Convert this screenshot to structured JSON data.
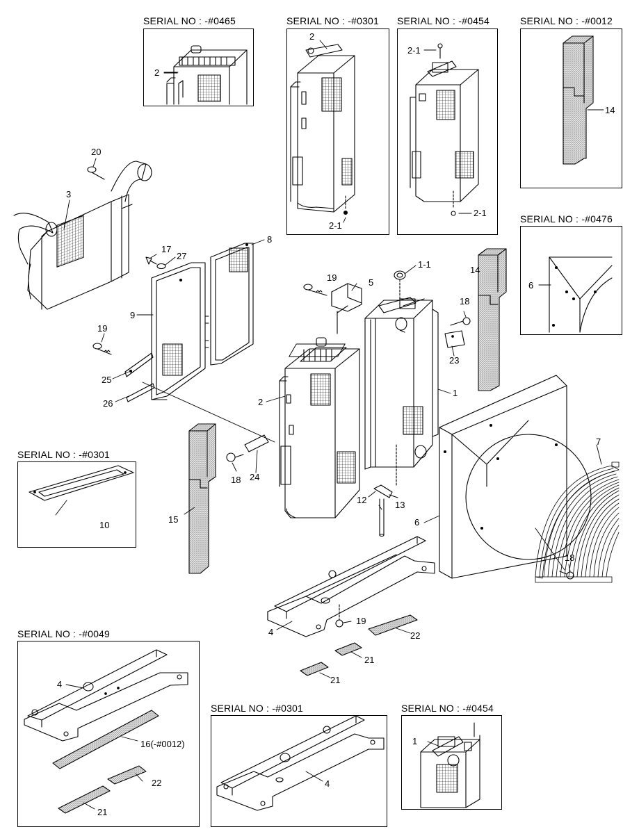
{
  "serial_boxes": [
    {
      "id": "top-0465",
      "label": "SERIAL NO : -#0465"
    },
    {
      "id": "top-0301",
      "label": "SERIAL NO : -#0301"
    },
    {
      "id": "top-0454",
      "label": "SERIAL NO : -#0454"
    },
    {
      "id": "top-0012",
      "label": "SERIAL NO : -#0012"
    },
    {
      "id": "right-0476",
      "label": "SERIAL NO : -#0476"
    },
    {
      "id": "left-0301",
      "label": "SERIAL NO : -#0301"
    },
    {
      "id": "bottom-0049",
      "label": "SERIAL NO : -#0049"
    },
    {
      "id": "bottom-0301",
      "label": "SERIAL NO : -#0301"
    },
    {
      "id": "bottom-0454",
      "label": "SERIAL NO : -#0454"
    }
  ],
  "callouts": {
    "c_2_a": "2",
    "c_2_b": "2",
    "c_2_1_a": "2-1",
    "c_2_1_b": "2-1",
    "c_2_1_c": "2-1",
    "c_14_a": "14",
    "c_6_a": "6",
    "c_20": "20",
    "c_3": "3",
    "c_8": "8",
    "c_17": "17",
    "c_27": "27",
    "c_9": "9",
    "c_19_a": "19",
    "c_19_b": "19",
    "c_19_c": "19",
    "c_25": "25",
    "c_26": "26",
    "c_5": "5",
    "c_1_1": "1-1",
    "c_14_b": "14",
    "c_18_a": "18",
    "c_18_b": "18",
    "c_18_c": "18",
    "c_23": "23",
    "c_1_a": "1",
    "c_2_c": "2",
    "c_24": "24",
    "c_10": "10",
    "c_15": "15",
    "c_12": "12",
    "c_13": "13",
    "c_7": "7",
    "c_6_b": "6",
    "c_4_a": "4",
    "c_22_a": "22",
    "c_21_a": "21",
    "c_21_b": "21",
    "c_4_b": "4",
    "c_16": "16(-#0012)",
    "c_22_b": "22",
    "c_21_c": "21",
    "c_4_c": "4",
    "c_1_b": "1"
  }
}
